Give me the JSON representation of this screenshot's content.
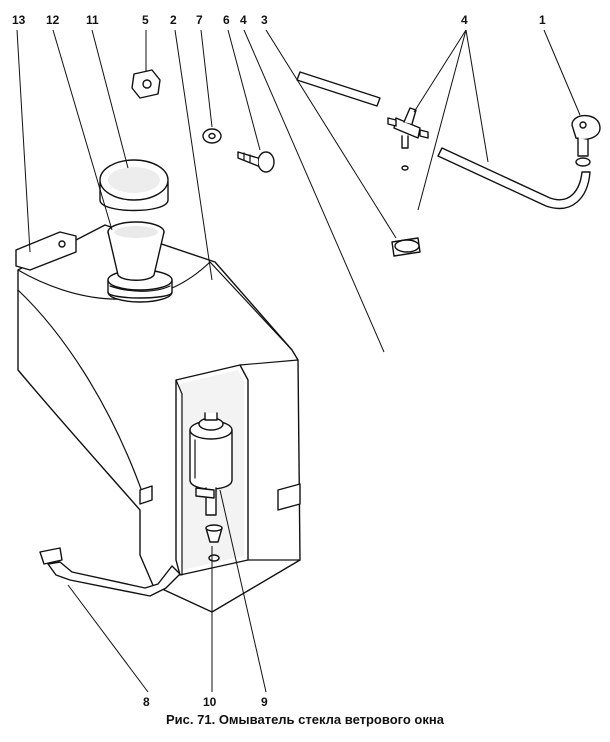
{
  "caption": "Рис. 71. Омыватель стекла ветрового окна",
  "callouts": {
    "c1": "1",
    "c2": "2",
    "c3": "3",
    "c4a": "4",
    "c4b": "4",
    "c5": "5",
    "c6": "6",
    "c7": "7",
    "c8": "8",
    "c9": "9",
    "c10": "10",
    "c11": "11",
    "c12": "12",
    "c13": "13"
  }
}
